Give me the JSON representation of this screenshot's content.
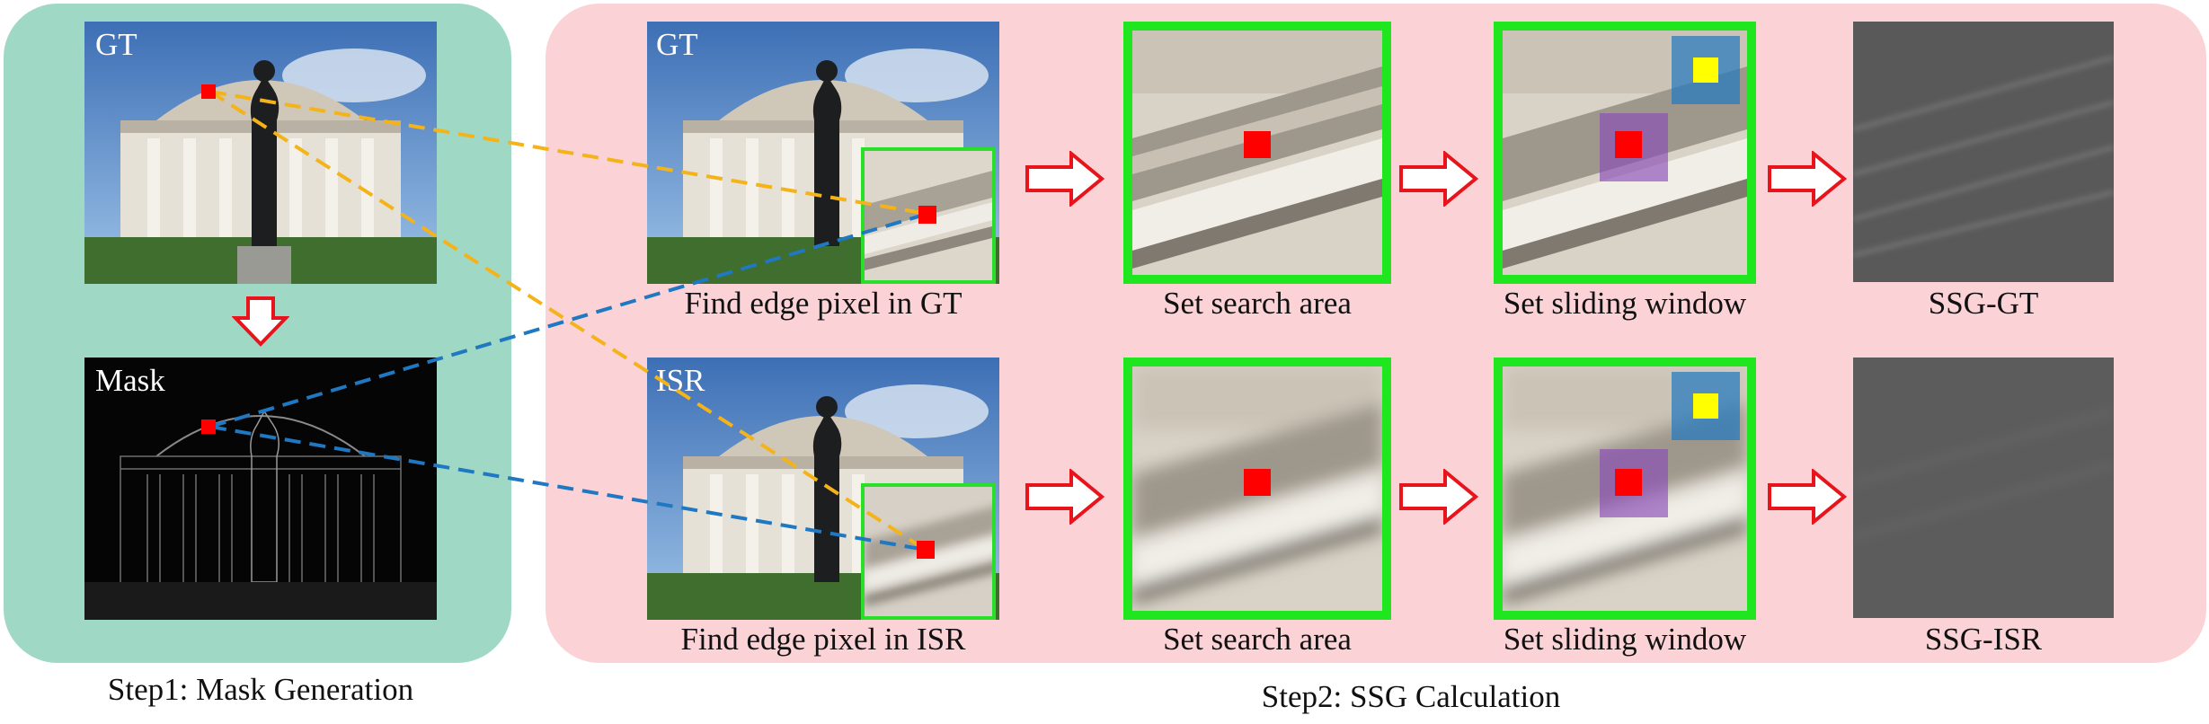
{
  "step1": {
    "caption": "Step1: Mask Generation",
    "tag_gt": "GT",
    "tag_mask": "Mask"
  },
  "step2": {
    "caption": "Step2: SSG Calculation",
    "tag_gt": "GT",
    "tag_isr": "ISR",
    "row_gt": [
      "Find edge pixel in GT",
      "Set search area",
      "Set sliding window",
      "SSG-GT"
    ],
    "row_isr": [
      "Find edge pixel in ISR",
      "Set search area",
      "Set sliding window",
      "SSG-ISR"
    ]
  },
  "colors": {
    "step1_panel": "#9fd9c6",
    "step2_panel": "#fbd3d7",
    "frame_green": "#1fe61f",
    "arrow_red": "#e8141b",
    "marker_red": "#ff0000",
    "marker_yellow": "#ffff00",
    "line_orange": "#f5b31a",
    "line_blue": "#1f78c1"
  }
}
